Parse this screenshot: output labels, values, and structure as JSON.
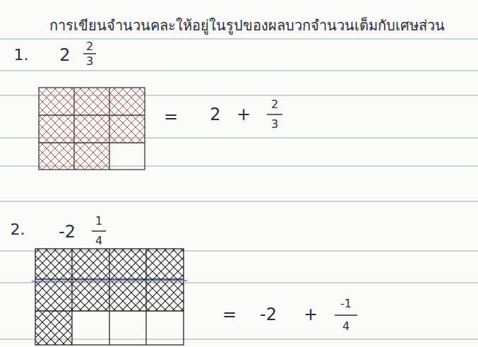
{
  "diagram": {
    "title": "การเขียนจำนวนคละให้อยู่ในรูปของผลบวกจำนวนเต็มกับเศษส่วน",
    "labels": [
      "1.",
      "2",
      "2",
      "3",
      "=",
      "2",
      "+",
      "2",
      "3",
      "2.",
      "-2",
      "1",
      "4",
      "=",
      "-2",
      "+",
      "-1",
      "4"
    ]
  }
}
